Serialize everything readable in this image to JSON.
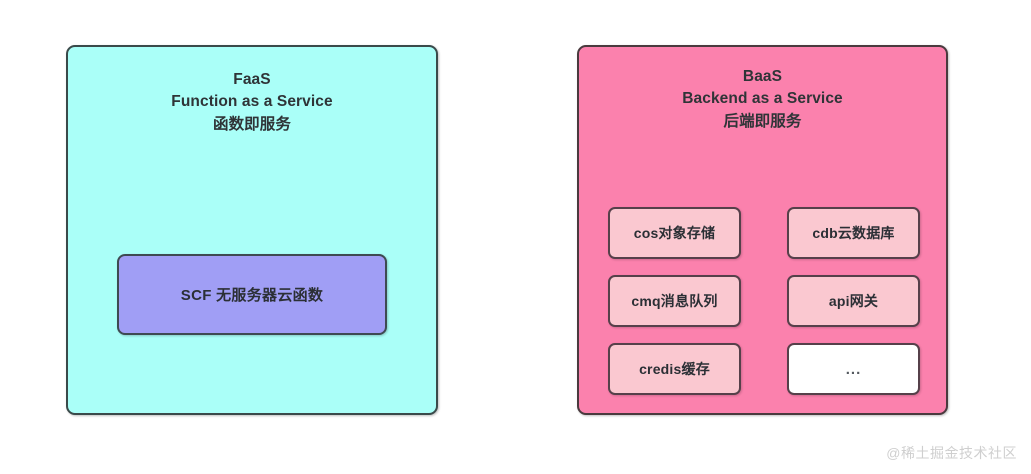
{
  "diagram": {
    "background_color": "#ffffff",
    "panels": [
      {
        "id": "faas",
        "abbr": "FaaS",
        "full_name": "Function as a Service",
        "chinese_name": "函数即服务",
        "fill_color": "#aafff8",
        "border_color": "#3a4a4a",
        "children": [
          {
            "id": "scf",
            "label": "SCF 无服务器云函数",
            "fill_color": "#a09ef5",
            "border_color": "#3e4a52"
          }
        ]
      },
      {
        "id": "baas",
        "abbr": "BaaS",
        "full_name": "Backend as a Service",
        "chinese_name": "后端即服务",
        "fill_color": "#fb81ad",
        "border_color": "#4a3a3e",
        "services": [
          {
            "id": "cos",
            "label": "cos对象存储",
            "fill_color": "#fac8d0"
          },
          {
            "id": "cdb",
            "label": "cdb云数据库",
            "fill_color": "#fac8d0"
          },
          {
            "id": "cmq",
            "label": "cmq消息队列",
            "fill_color": "#fac8d0"
          },
          {
            "id": "api",
            "label": "api网关",
            "fill_color": "#fac8d0"
          },
          {
            "id": "credis",
            "label": "credis缓存",
            "fill_color": "#fac8d0"
          },
          {
            "id": "more",
            "label": "...",
            "fill_color": "#ffffff"
          }
        ]
      }
    ]
  },
  "watermark": {
    "text": "@稀土掘金技术社区",
    "color": "#cfcfcf"
  }
}
